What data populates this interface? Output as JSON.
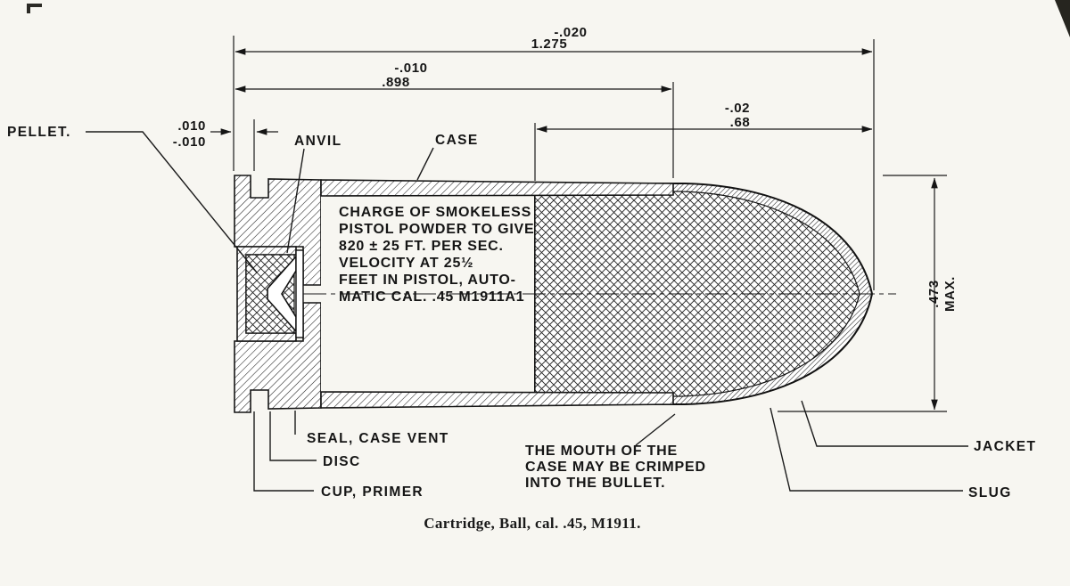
{
  "figure": {
    "caption": "Cartridge, Ball, cal. .45, M1911."
  },
  "dimensions": {
    "overall_length": {
      "tolerance": "-.020",
      "value": "1.275"
    },
    "case_length": {
      "tolerance": "-.010",
      "value": ".898"
    },
    "bullet_length": {
      "tolerance": "-.02",
      "value": ".68"
    },
    "rim": {
      "value": ".010",
      "tolerance": "-.010"
    },
    "diameter": {
      "value": ".473",
      "qualifier": "MAX."
    }
  },
  "part_labels": {
    "pellet": "PELLET.",
    "anvil": "ANVIL",
    "case": "CASE",
    "seal_case_vent": "SEAL, CASE VENT",
    "disc": "DISC",
    "cup_primer": "CUP, PRIMER",
    "jacket": "JACKET",
    "slug": "SLUG"
  },
  "notes": {
    "charge_lines": [
      "CHARGE OF SMOKELESS",
      "PISTOL POWDER TO GIVE",
      "820 ± 25 FT. PER SEC.",
      "VELOCITY AT 25½",
      "FEET IN PISTOL, AUTO-",
      "MATIC CAL. .45 M1911A1"
    ],
    "crimp_lines": [
      "THE MOUTH OF THE",
      "CASE MAY BE CRIMPED",
      "INTO THE BULLET."
    ]
  }
}
